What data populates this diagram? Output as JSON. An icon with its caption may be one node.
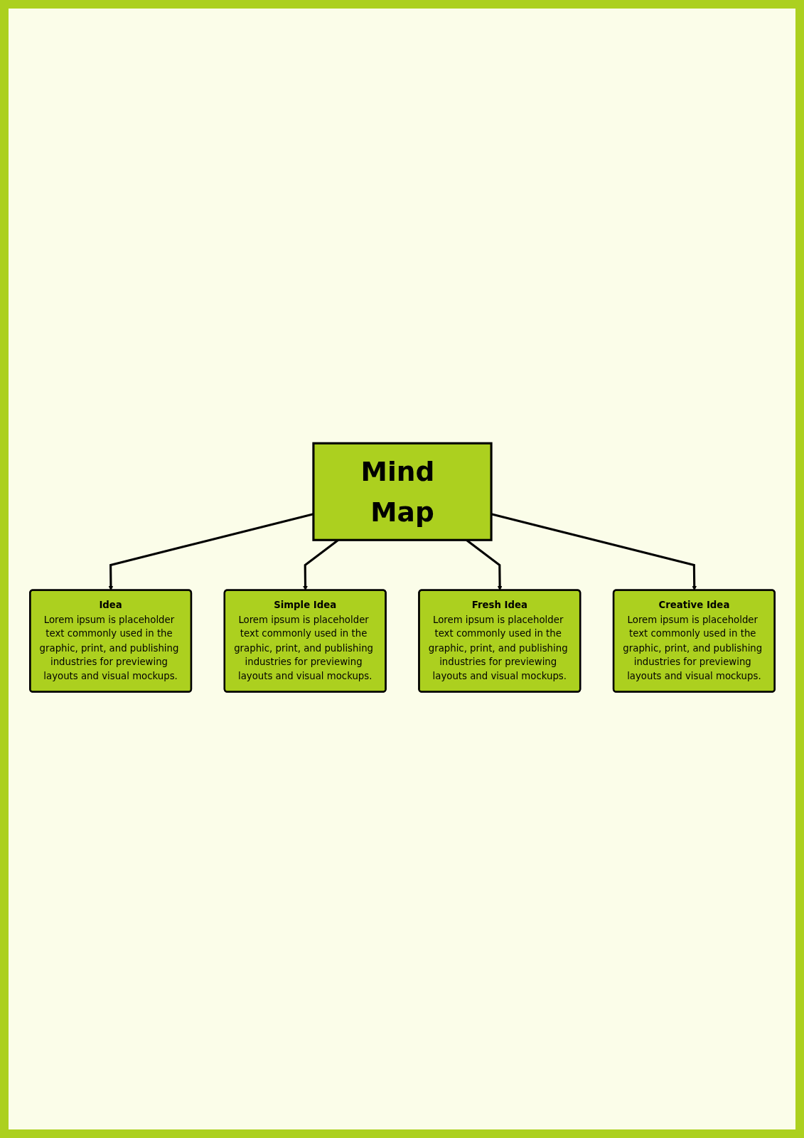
{
  "diagram": {
    "nodes": [
      {
        "text": [
          "Idea",
          "Lorem ipsum is placeholder text commonly used in the graphic, print, and publishing industries for previewing layouts and visual mockups."
        ]
      },
      {
        "text": [
          "Simple Idea",
          "Lorem ipsum is placeholder text commonly used in the graphic, print, and publishing industries for previewing layouts and visual mockups."
        ]
      },
      {
        "text": [
          "Mind Map"
        ]
      },
      {
        "text": [
          "Fresh Idea",
          "Lorem ipsum is placeholder text commonly used in the graphic, print, and publishing industries for previewing layouts and visual mockups."
        ]
      },
      {
        "text": [
          "Creative Idea",
          "Lorem ipsum is placeholder text commonly used in the graphic, print, and publishing industries for previewing layouts and visual mockups."
        ]
      }
    ],
    "edges": [
      {
        "from": 2,
        "to": 0,
        "arrow": "to"
      },
      {
        "from": 2,
        "to": 1,
        "arrow": "to"
      },
      {
        "from": 2,
        "to": 3,
        "arrow": "to"
      },
      {
        "from": 2,
        "to": 4,
        "arrow": "to"
      }
    ]
  }
}
